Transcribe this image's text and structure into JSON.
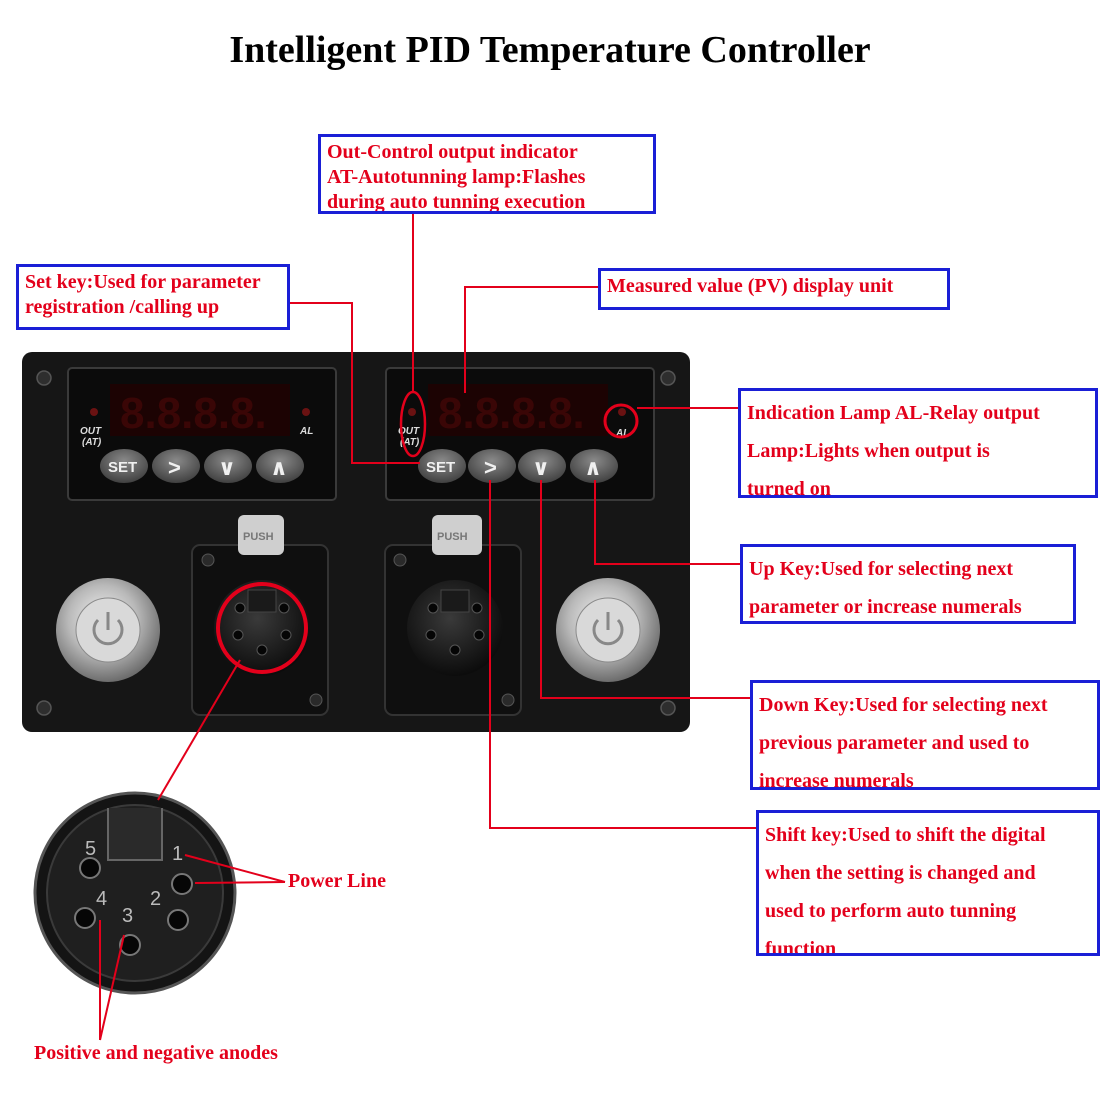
{
  "title": "Intelligent PID Temperature Controller",
  "colors": {
    "label_text": "#e3001b",
    "box_border": "#1a1fd6",
    "leader_line": "#e3001b",
    "panel": "#161616",
    "led_digit": "#3a0606"
  },
  "callouts": {
    "out_at": [
      "Out-Control output indicator",
      "AT-Autotunning lamp:Flashes",
      "during auto tunning execution"
    ],
    "set_key": [
      "Set key:Used for parameter",
      "registration /calling up"
    ],
    "pv_display": [
      "Measured value (PV) display unit"
    ],
    "al_lamp": [
      "Indication Lamp AL-Relay output",
      "Lamp:Lights when output is",
      "turned on"
    ],
    "up_key": [
      "Up Key:Used for selecting next",
      "parameter or increase numerals"
    ],
    "down_key": [
      "Down Key:Used for selecting next",
      "previous parameter and used to",
      "increase numerals"
    ],
    "shift_key": [
      "Shift key:Used to shift the digital",
      "when the setting is changed and",
      "used to perform auto tunning",
      "function"
    ],
    "power_line": "Power Line",
    "anodes": "Positive and negative anodes"
  },
  "panel_labels": {
    "out": "OUT",
    "at": "(AT)",
    "al": "AL",
    "set": "SET",
    "shift_symbol": ">",
    "down_symbol": "∨",
    "up_symbol": "∧",
    "digits": "8.8.8.8.",
    "push": "PUSH"
  },
  "pins": [
    "1",
    "2",
    "3",
    "4",
    "5"
  ]
}
